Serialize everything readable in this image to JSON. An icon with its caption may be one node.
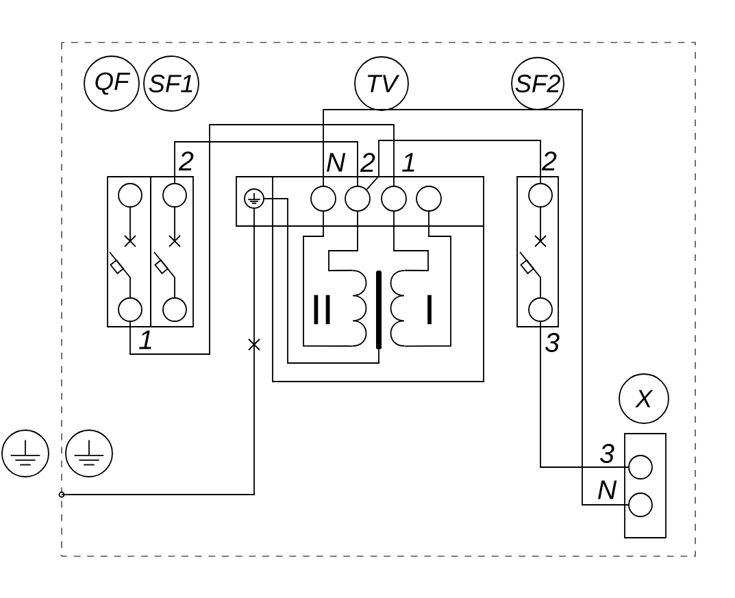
{
  "diagram": {
    "nodes": [
      {
        "text": [
          "QF"
        ]
      },
      {
        "text": [
          "SF1"
        ]
      },
      {
        "text": [
          "TV"
        ]
      },
      {
        "text": [
          "SF2"
        ]
      },
      {
        "text": [
          "X"
        ]
      },
      {
        "text": [],
        "shape": "box"
      },
      {
        "text": [],
        "shape": "circle",
        "in": 5
      },
      {
        "text": [],
        "shape": "circle",
        "in": 5,
        "beside": [
          "1"
        ]
      },
      {
        "text": [],
        "shape": "box"
      },
      {
        "text": [],
        "shape": "circle",
        "in": 8,
        "beside": [
          "2"
        ]
      },
      {
        "text": [],
        "shape": "circle",
        "in": 8
      },
      {
        "text": [],
        "shape": "box"
      },
      {
        "text": [],
        "shape": "circle",
        "in": 11
      },
      {
        "text": [],
        "shape": "circle",
        "in": 11,
        "beside": [
          "N"
        ]
      },
      {
        "text": [],
        "shape": "circle",
        "in": 11,
        "beside": [
          "2"
        ]
      },
      {
        "text": [],
        "shape": "circle",
        "in": 11,
        "beside": [
          "1"
        ]
      },
      {
        "text": [],
        "shape": "circle",
        "in": 11
      },
      {
        "text": [],
        "shape": "coil"
      },
      {
        "text": [],
        "shape": "bar"
      },
      {
        "text": [],
        "shape": "coil"
      },
      {
        "text": [],
        "shape": "box"
      },
      {
        "text": [],
        "shape": "circle",
        "in": 20,
        "beside": [
          "2"
        ]
      },
      {
        "text": [],
        "shape": "circle",
        "in": 20,
        "beside": [
          "3"
        ]
      },
      {
        "text": [],
        "shape": "box"
      },
      {
        "text": [],
        "shape": "circle",
        "in": 23,
        "beside": [
          "3"
        ]
      },
      {
        "text": [],
        "shape": "circle",
        "in": 23,
        "beside": [
          "N"
        ]
      },
      {
        "text": [],
        "shape": "circle"
      }
    ],
    "edges": [
      {
        "from": 7,
        "to": 15,
        "arrow": "none"
      },
      {
        "from": 9,
        "to": 14,
        "arrow": "none"
      },
      {
        "from": 14,
        "to": 21,
        "arrow": "none"
      },
      {
        "from": 13,
        "to": 25,
        "arrow": "none"
      },
      {
        "from": 22,
        "to": 24,
        "arrow": "none"
      },
      {
        "from": 13,
        "to": 17,
        "arrow": "none"
      },
      {
        "from": 14,
        "to": 17,
        "arrow": "none"
      },
      {
        "from": 15,
        "to": 19,
        "arrow": "none"
      },
      {
        "from": 16,
        "to": 19,
        "arrow": "none"
      },
      {
        "from": 12,
        "to": 18,
        "arrow": "none"
      },
      {
        "from": 12,
        "to": 26,
        "arrow": "none"
      }
    ],
    "labels": [
      "II",
      "I"
    ]
  }
}
